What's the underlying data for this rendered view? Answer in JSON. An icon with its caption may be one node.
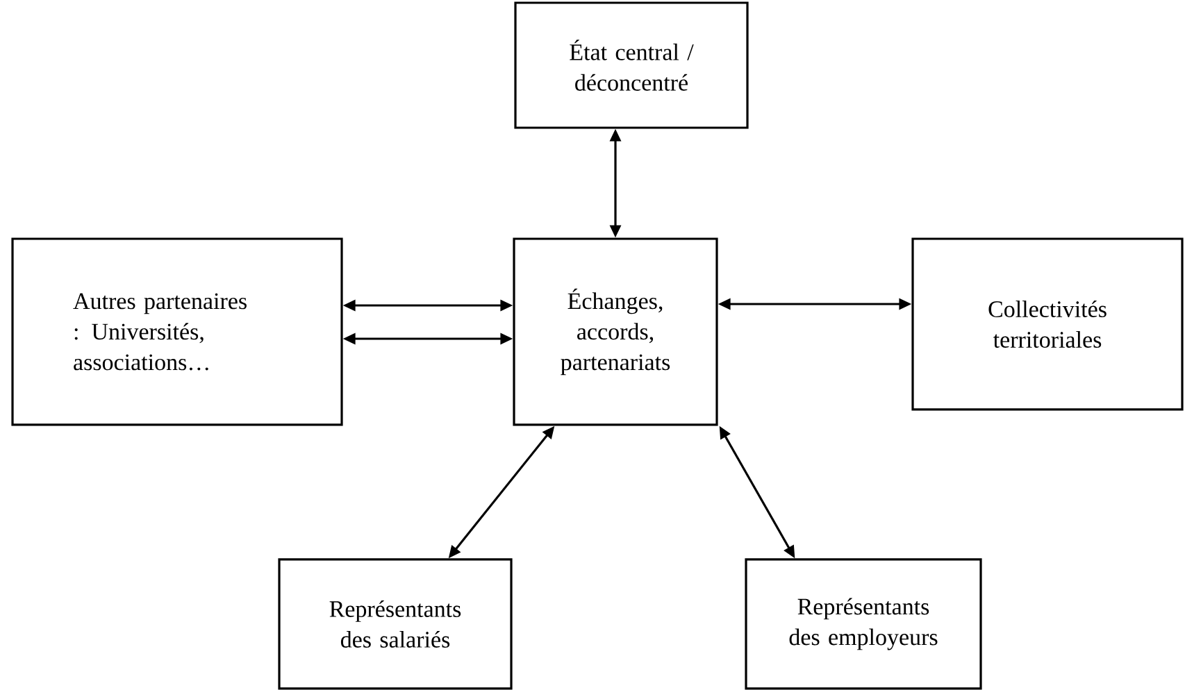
{
  "diagram": {
    "nodes": [
      {
        "text": [
          "État central / déconcentré"
        ]
      },
      {
        "text": [
          "Autres partenaires : Universités, associations…"
        ]
      },
      {
        "text": [
          "Échanges, accords, partenariats"
        ]
      },
      {
        "text": [
          "Collectivités territoriales"
        ]
      },
      {
        "text": [
          "Représentants des salariés"
        ]
      },
      {
        "text": [
          "Représentants des employeurs"
        ]
      }
    ],
    "edges": [
      {
        "from": 0,
        "to": 2,
        "arrow": "both"
      },
      {
        "from": 1,
        "to": 2,
        "arrow": "both"
      },
      {
        "from": 1,
        "to": 2,
        "arrow": "both"
      },
      {
        "from": 2,
        "to": 3,
        "arrow": "both"
      },
      {
        "from": 2,
        "to": 4,
        "arrow": "both"
      },
      {
        "from": 2,
        "to": 5,
        "arrow": "both"
      }
    ]
  }
}
